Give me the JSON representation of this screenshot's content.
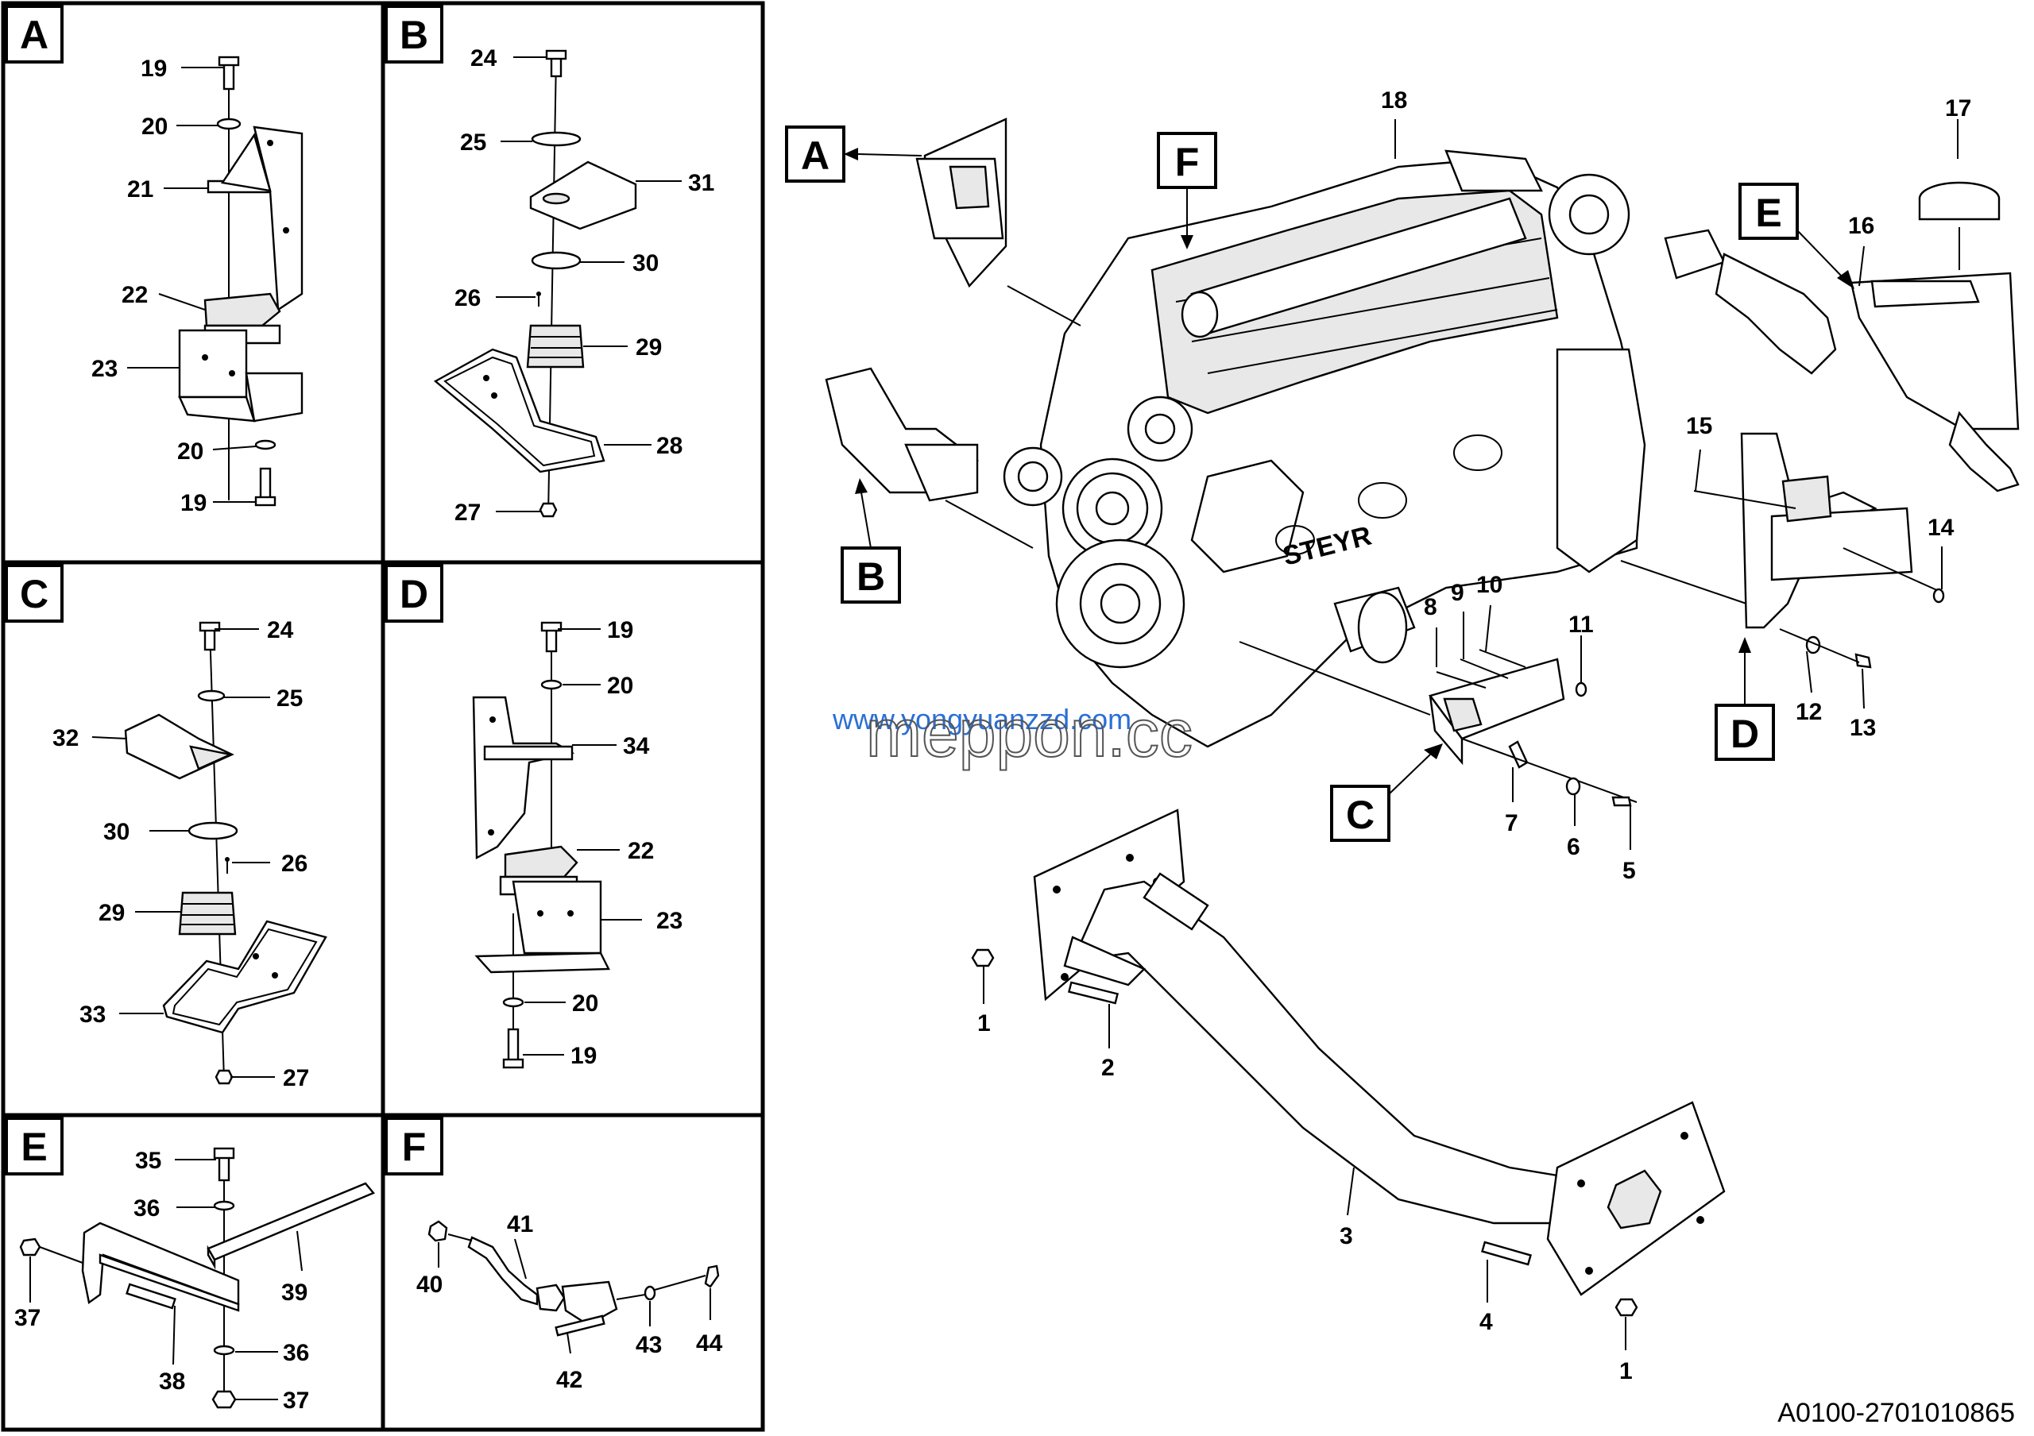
{
  "panels": [
    {
      "id": "A",
      "label": "A"
    },
    {
      "id": "B",
      "label": "B"
    },
    {
      "id": "C",
      "label": "C"
    },
    {
      "id": "D",
      "label": "D"
    },
    {
      "id": "E",
      "label": "E"
    },
    {
      "id": "F",
      "label": "F"
    }
  ],
  "panel_A": {
    "callouts": [
      "19",
      "20",
      "21",
      "22",
      "23",
      "20",
      "19"
    ]
  },
  "panel_B": {
    "callouts": [
      "24",
      "25",
      "31",
      "30",
      "26",
      "29",
      "28",
      "27"
    ]
  },
  "panel_C": {
    "callouts": [
      "24",
      "25",
      "32",
      "30",
      "26",
      "29",
      "33",
      "27"
    ]
  },
  "panel_D": {
    "callouts": [
      "19",
      "20",
      "34",
      "22",
      "23",
      "20",
      "19"
    ]
  },
  "panel_E": {
    "callouts": [
      "35",
      "36",
      "39",
      "37",
      "38",
      "36",
      "37"
    ]
  },
  "panel_F": {
    "callouts": [
      "41",
      "40",
      "42",
      "43",
      "44"
    ]
  },
  "main": {
    "section_tags": [
      "A",
      "F",
      "B",
      "E",
      "C",
      "D"
    ],
    "engine_brand": "STEYR",
    "callouts": [
      "18",
      "17",
      "16",
      "15",
      "14",
      "12",
      "13",
      "8",
      "9",
      "10",
      "11",
      "7",
      "6",
      "5",
      "1",
      "2",
      "3",
      "4",
      "1"
    ]
  },
  "watermark": {
    "line1": "www.yongyuanzzd.com",
    "line2": "meppon.cc"
  },
  "reference_code": "A0100-2701010865"
}
